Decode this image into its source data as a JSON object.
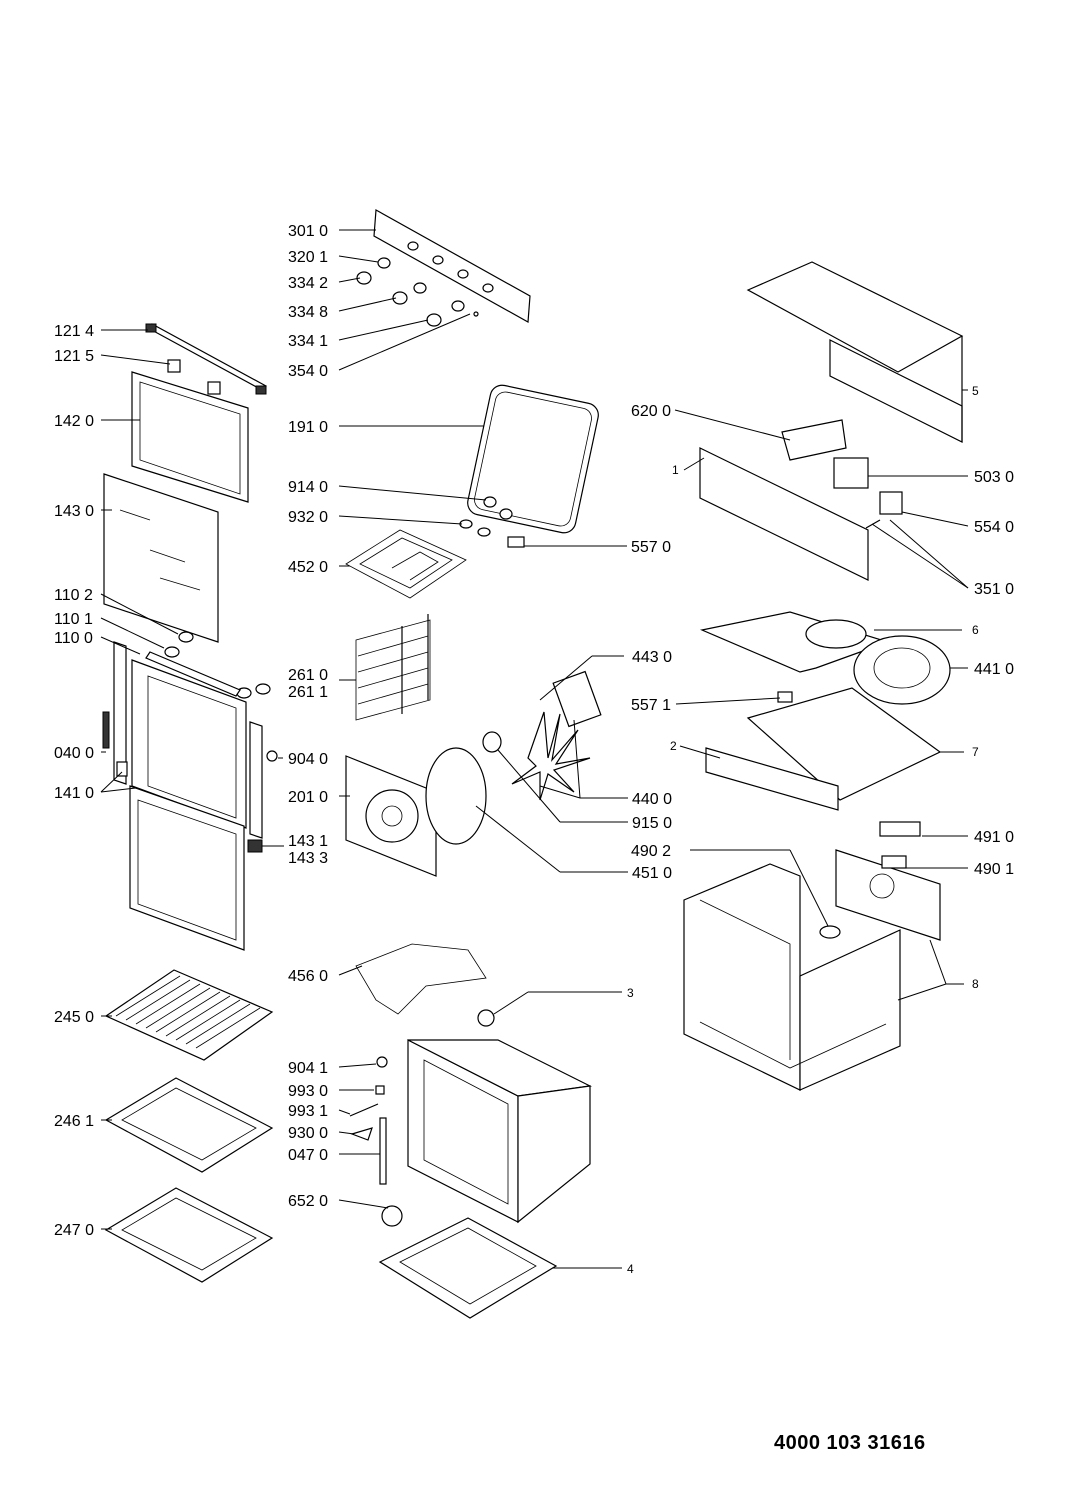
{
  "document_number": "4000 103 31616",
  "labels": {
    "p3010": "301 0",
    "p3201": "320 1",
    "p3342": "334 2",
    "p3348": "334 8",
    "p3341": "334 1",
    "p3540": "354 0",
    "p1214": "121 4",
    "p1215": "121 5",
    "p1420": "142 0",
    "p1910": "191 0",
    "p1430": "143 0",
    "p9140": "914 0",
    "p9320": "932 0",
    "p4520": "452 0",
    "p5570": "557 0",
    "p1102": "110 2",
    "p1101": "110 1",
    "p1100": "110 0",
    "p2610": "261 0",
    "p2611": "261 1",
    "p4430": "443 0",
    "p0400": "040 0",
    "p9040": "904 0",
    "p1410": "141 0",
    "p2010": "201 0",
    "p1431": "143 1",
    "p1433": "143 3",
    "p4400": "440 0",
    "p9150": "915 0",
    "p4510": "451 0",
    "p4560": "456 0",
    "p2450": "245 0",
    "p9041": "904 1",
    "p9930": "993 0",
    "p9931": "993 1",
    "p9300": "930 0",
    "p0470": "047 0",
    "p2461": "246 1",
    "p6520": "652 0",
    "p2470": "247 0",
    "p6200": "620 0",
    "p5030": "503 0",
    "p5540": "554 0",
    "p3510": "351 0",
    "p4410": "441 0",
    "p5571": "557 1",
    "p4910": "491 0",
    "p4902": "490 2",
    "p4901": "490 1",
    "n1": "1",
    "n2": "2",
    "n3": "3",
    "n4": "4",
    "n5": "5",
    "n6": "6",
    "n7": "7",
    "n8": "8"
  }
}
